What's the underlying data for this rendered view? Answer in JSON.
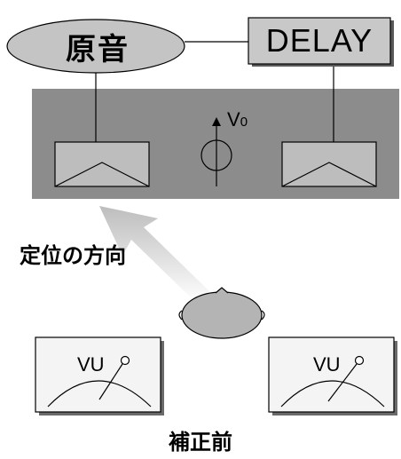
{
  "labels": {
    "source": "原音",
    "delay": "DELAY",
    "velocity": "V",
    "velocity_sub": "0",
    "direction": "定位の方向",
    "vu_left": "VU",
    "vu_right": "VU",
    "caption": "補正前"
  },
  "colors": {
    "stage": "#8c8c8c",
    "box_fill": "#c8c8c8",
    "ellipse_fill": "#c4c4c4",
    "head_fill": "#b4b4b4",
    "arrow": "#c0c0c0",
    "meter_fill": "#f4f4f4",
    "line": "#000000"
  }
}
